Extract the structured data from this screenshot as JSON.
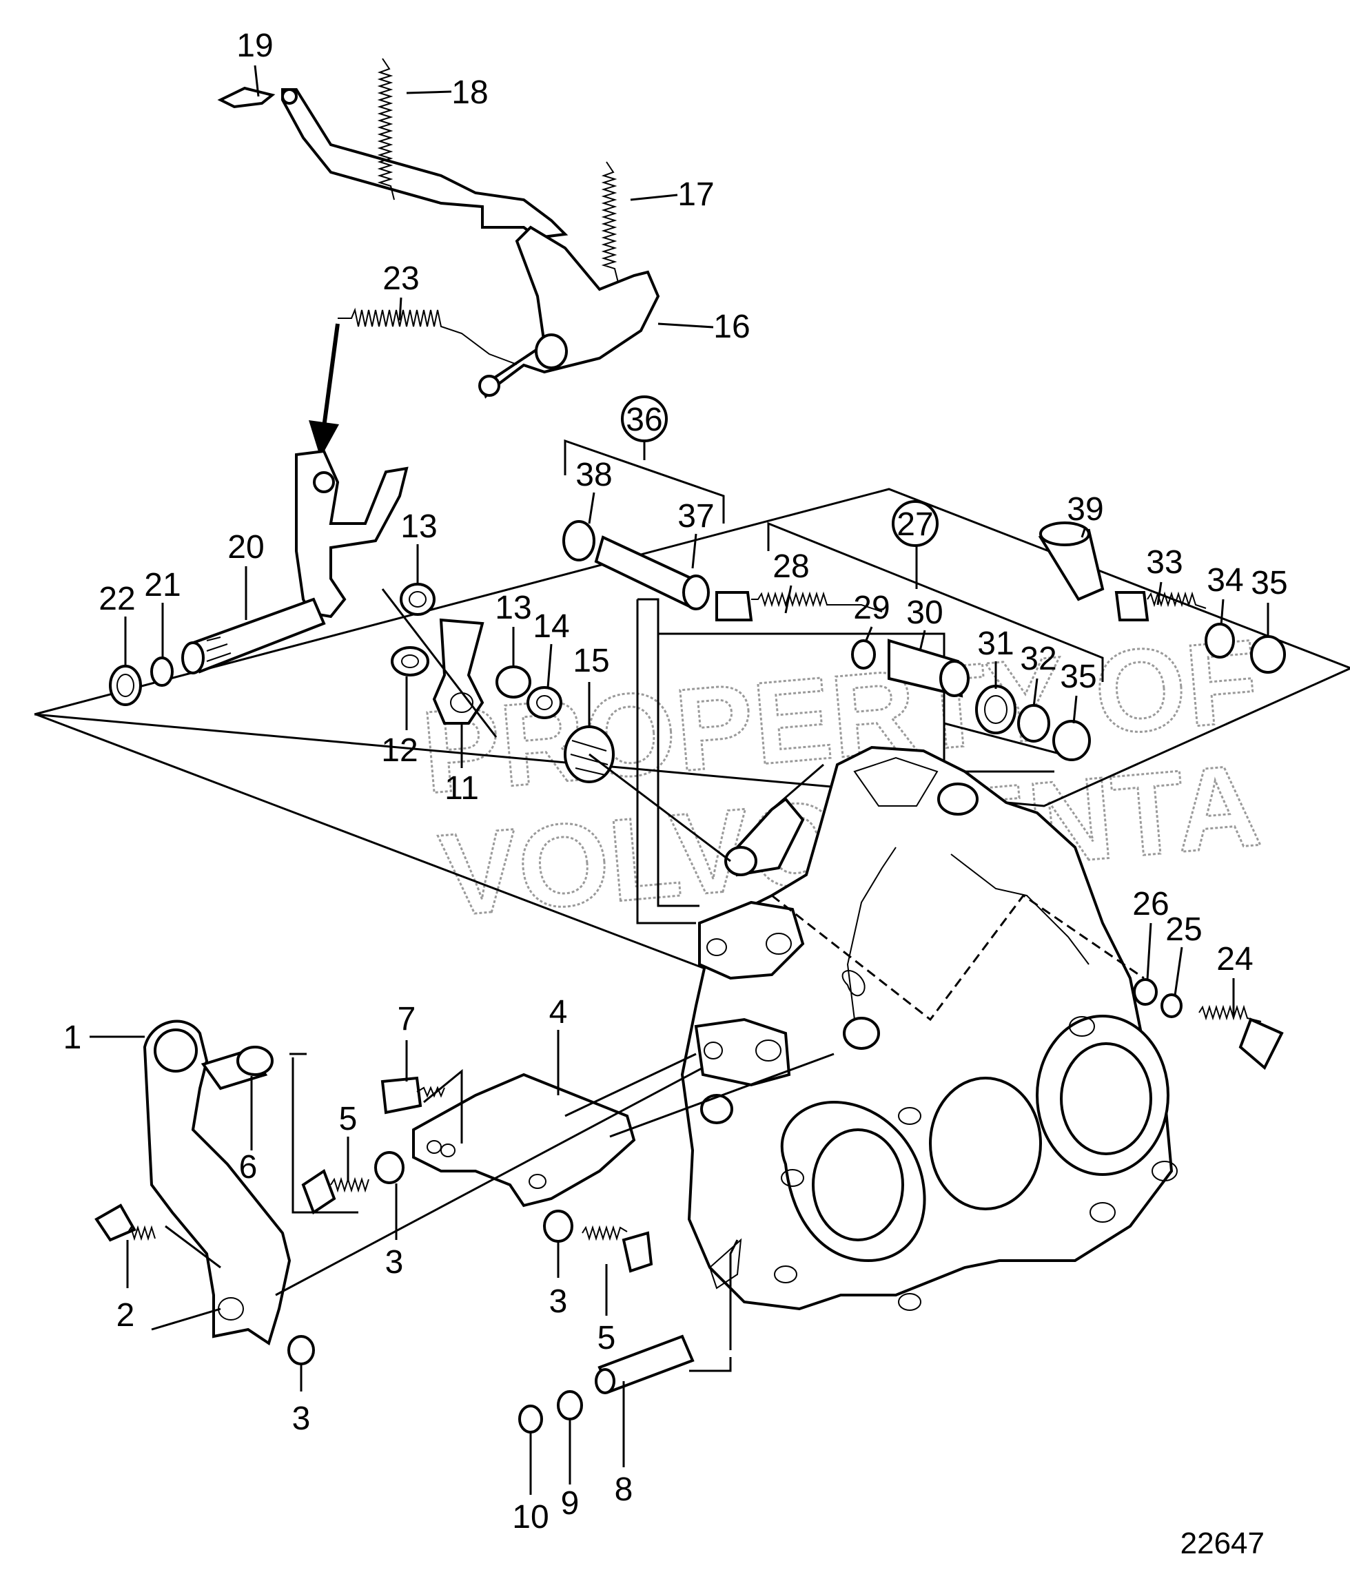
{
  "watermark": {
    "line1": "PROPERTY OF",
    "line2": "VOLVO PENTA"
  },
  "drawing_number": "22647",
  "callouts": [
    "1",
    "2",
    "3",
    "3",
    "3",
    "4",
    "5",
    "5",
    "6",
    "7",
    "8",
    "9",
    "10",
    "11",
    "12",
    "13",
    "13",
    "14",
    "15",
    "16",
    "17",
    "18",
    "19",
    "20",
    "21",
    "22",
    "23",
    "24",
    "25",
    "26",
    "28",
    "29",
    "30",
    "31",
    "32",
    "33",
    "34",
    "35",
    "35",
    "37",
    "38",
    "39"
  ],
  "group_callouts": [
    "36",
    "27"
  ]
}
